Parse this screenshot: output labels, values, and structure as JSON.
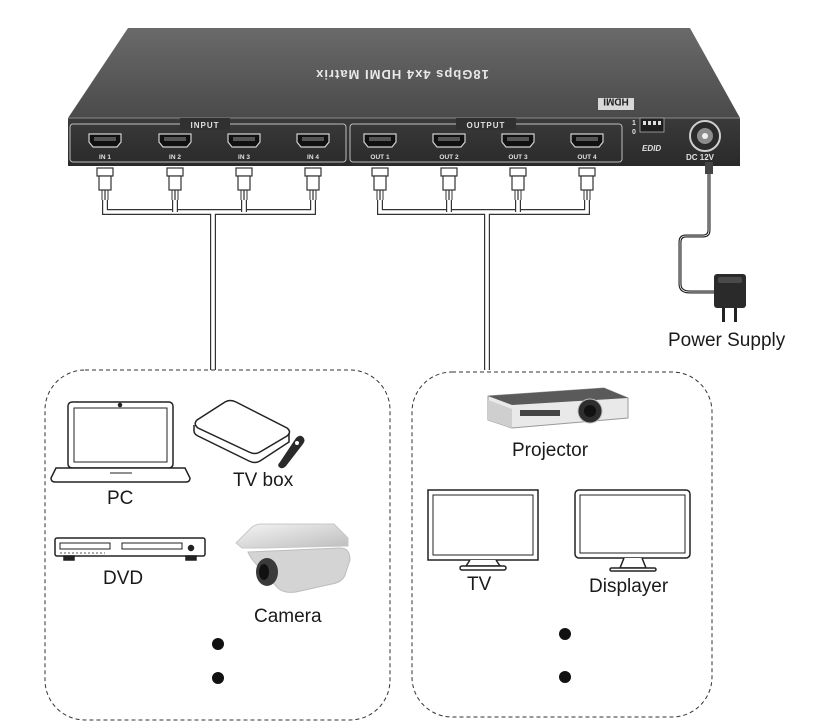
{
  "device": {
    "title": "18Gbps 4x4 HDMI Matrix",
    "logo": "HDMI",
    "input_group": "INPUT",
    "output_group": "OUTPUT",
    "inputs": [
      "IN 1",
      "IN 2",
      "IN 3",
      "IN 4"
    ],
    "outputs": [
      "OUT 1",
      "OUT 2",
      "OUT 3",
      "OUT 4"
    ],
    "edid_label": "EDID",
    "switch_on": "1",
    "switch_off": "0",
    "dc_label": "DC 12V"
  },
  "power_supply_label": "Power Supply",
  "sources": {
    "pc": "PC",
    "tvbox": "TV box",
    "dvd": "DVD",
    "camera": "Camera"
  },
  "displays": {
    "projector": "Projector",
    "tv": "TV",
    "displayer": "Displayer"
  }
}
